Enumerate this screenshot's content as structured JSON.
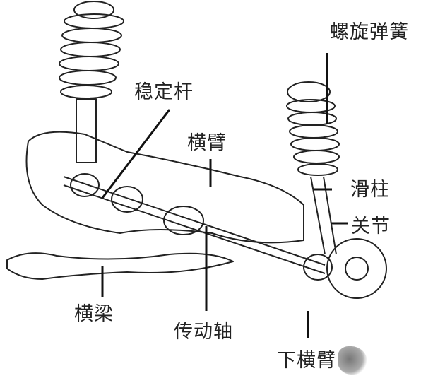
{
  "labels": {
    "coil_spring": "螺旋弹簧",
    "stabilizer_bar": "稳定杆",
    "transverse_arm": "横臂",
    "strut": "滑柱",
    "joint": "关节",
    "crossmember": "横梁",
    "drive_shaft": "传动轴",
    "lower_arm": "下横臂"
  }
}
